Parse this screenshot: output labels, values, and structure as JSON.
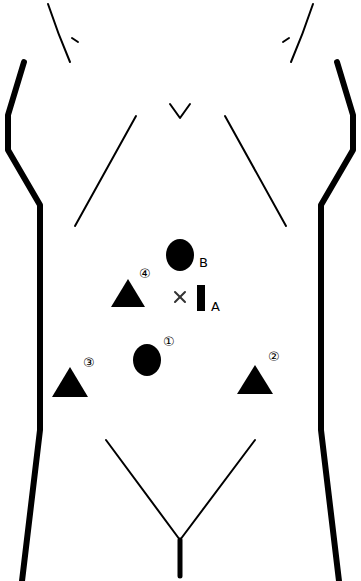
{
  "diagram": {
    "labels": [
      "B",
      "④",
      "A",
      "①",
      "③",
      "②"
    ]
  }
}
